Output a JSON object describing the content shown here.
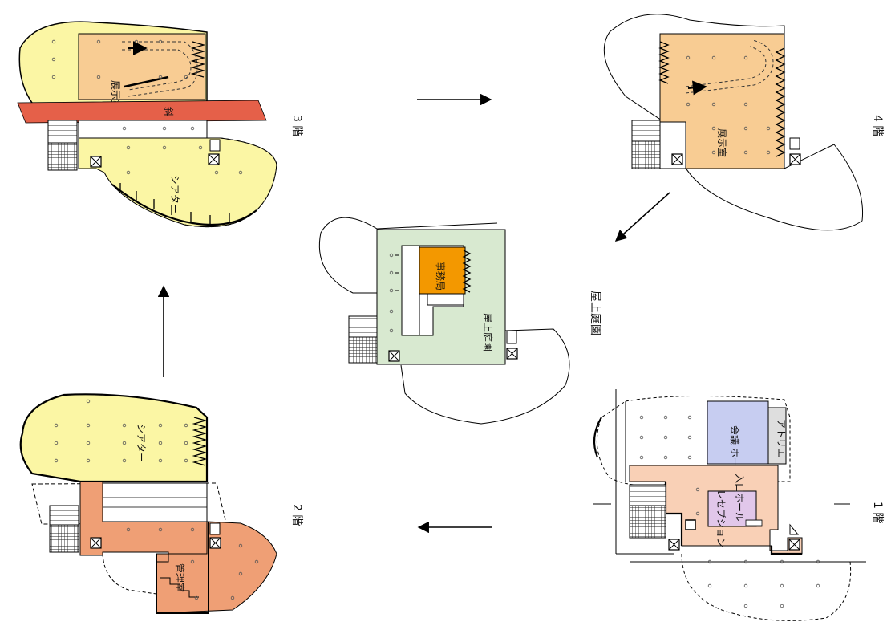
{
  "floors": {
    "f1": {
      "label": "1 階",
      "rooms": {
        "meeting_hall": "会議 ホール",
        "atelier": "アトリエ",
        "entrance_hall": "入口ホール",
        "reception": "レセプション"
      }
    },
    "f2": {
      "label": "2 階",
      "rooms": {
        "theater": "シアター",
        "admin": "管理室"
      }
    },
    "f3": {
      "label": "3 階",
      "rooms": {
        "exhibition": "展示室",
        "ramp": "斜  路",
        "theater": "シアター"
      }
    },
    "f4": {
      "label": "4 階",
      "rooms": {
        "exhibition": "展示室"
      }
    },
    "roof": {
      "label": "屋上庭園",
      "rooms": {
        "office": "事務局",
        "garden": "屋上庭園"
      }
    }
  },
  "colors": {
    "yellow": "#fbf6a4",
    "orange_light": "#f8cc93",
    "salmon": "#ef9f75",
    "peach": "#f9d0b6",
    "red": "#e56049",
    "blue": "#c7cdf1",
    "green": "#d8e9d0",
    "orange": "#f39800",
    "grey": "#dedede",
    "lavender": "#e1c7ea"
  },
  "flow_arrows": [
    "floor1-to-floor2",
    "floor2-to-floor3",
    "floor3-to-floor4",
    "floor4-to-roof"
  ]
}
